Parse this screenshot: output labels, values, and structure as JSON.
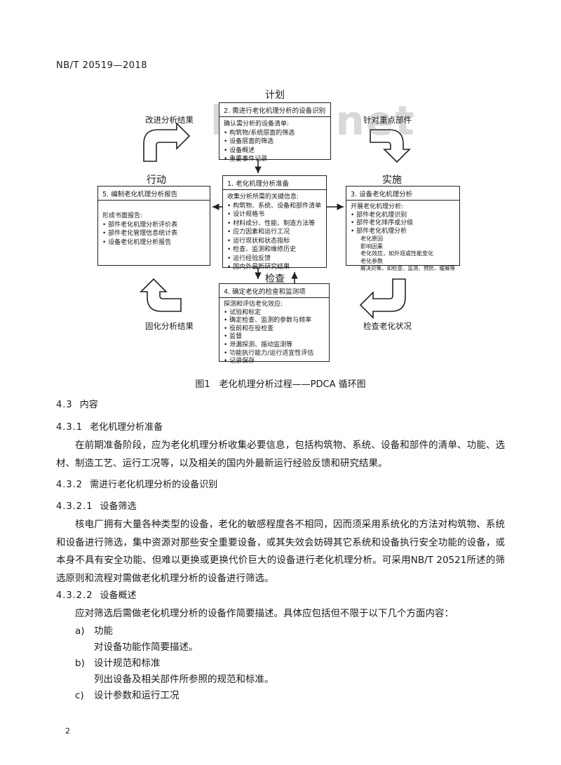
{
  "header": {
    "std_code": "NB/T 20519—2018"
  },
  "watermark": "bzxz.net",
  "figure": {
    "phases": {
      "plan": "计划",
      "do": "实施",
      "check": "检查",
      "act": "行动"
    },
    "arrow_labels": {
      "top_left": "改进分析结果",
      "top_right": "针对重点部件",
      "bottom_right": "检查老化状况",
      "bottom_left": "固化分析结果"
    },
    "box_identify": {
      "title": "2. 需进行老化机理分析的设备识别",
      "intro": "确认需分析的设备清单:",
      "items": [
        "构筑物/系统层面的筛选",
        "设备层面的筛选",
        "设备概述",
        "重要事件记录"
      ]
    },
    "box_prepare": {
      "title": "1. 老化机理分析准备",
      "intro": "收集分析所需的关键信息:",
      "items": [
        "构筑物、系统、设备和部件清单",
        "设计规格书",
        "材料成分、性能、制造方法等",
        "应力因素和运行工况",
        "运行现状和状态指标",
        "检查、监测和维修历史",
        "运行经验反馈",
        "国内外最新研究结果"
      ]
    },
    "box_analysis": {
      "title": "3. 设备老化机理分析",
      "intro": "开展老化机理分析:",
      "items": [
        "部件老化机理识别",
        "部件老化排序或分级",
        "部件老化机理分析"
      ],
      "subs": [
        "老化原因",
        "影响因素",
        "老化效应，如外观或性能变化",
        "老化参数",
        "解决对策，如检查、监测、预防、缓解等"
      ]
    },
    "box_report": {
      "title": "5. 编制老化机理分析报告",
      "intro": "形成书面报告:",
      "items": [
        "部件老化机理分析评价表",
        "部件老化管理信息统计表",
        "设备老化机理分析报告"
      ]
    },
    "box_inspect": {
      "title": "4. 确定老化的检查和监测项",
      "intro": "探测和评估老化效应:",
      "items": [
        "试验和标定",
        "确定检查、监测的参数与频率",
        "役前和在役检查",
        "监督",
        "泄漏探测、振动监测等",
        "功能执行能力/运行适宜性评估",
        "记录保存"
      ]
    },
    "caption": "图1　老化机理分析过程——PDCA 循环图"
  },
  "content": {
    "s43": {
      "num": "4.3",
      "title": "内容"
    },
    "s431": {
      "num": "4.3.1",
      "title": "老化机理分析准备"
    },
    "p431": "在前期准备阶段，应为老化机理分析收集必要信息，包括构筑物、系统、设备和部件的清单、功能、选材、制造工艺、运行工况等，以及相关的国内外最新运行经验反馈和研究结果。",
    "s432": {
      "num": "4.3.2",
      "title": "需进行老化机理分析的设备识别"
    },
    "s4321": {
      "num": "4.3.2.1",
      "title": "设备筛选"
    },
    "p4321": "核电厂拥有大量各种类型的设备，老化的敏感程度各不相同，因而须采用系统化的方法对构筑物、系统和设备进行筛选，集中资源对那些安全重要设备，或其失效会妨碍其它系统和设备执行安全功能的设备，或本身不具有安全功能、但难以更换或更换代价巨大的设备进行老化机理分析。可采用NB/T 20521所述的筛选原则和流程对需做老化机理分析的设备进行筛选。",
    "s4322": {
      "num": "4.3.2.2",
      "title": "设备概述"
    },
    "p4322": "应对筛选后需做老化机理分析的设备作简要描述。具体应包括但不限于以下几个方面内容：",
    "list": [
      {
        "marker": "a)",
        "title": "功能",
        "desc": "对设备功能作简要描述。"
      },
      {
        "marker": "b)",
        "title": "设计规范和标准",
        "desc": "列出设备及相关部件所参照的规范和标准。"
      },
      {
        "marker": "c)",
        "title": "设计参数和运行工况",
        "desc": ""
      }
    ]
  },
  "footer": {
    "page_number": "2"
  }
}
